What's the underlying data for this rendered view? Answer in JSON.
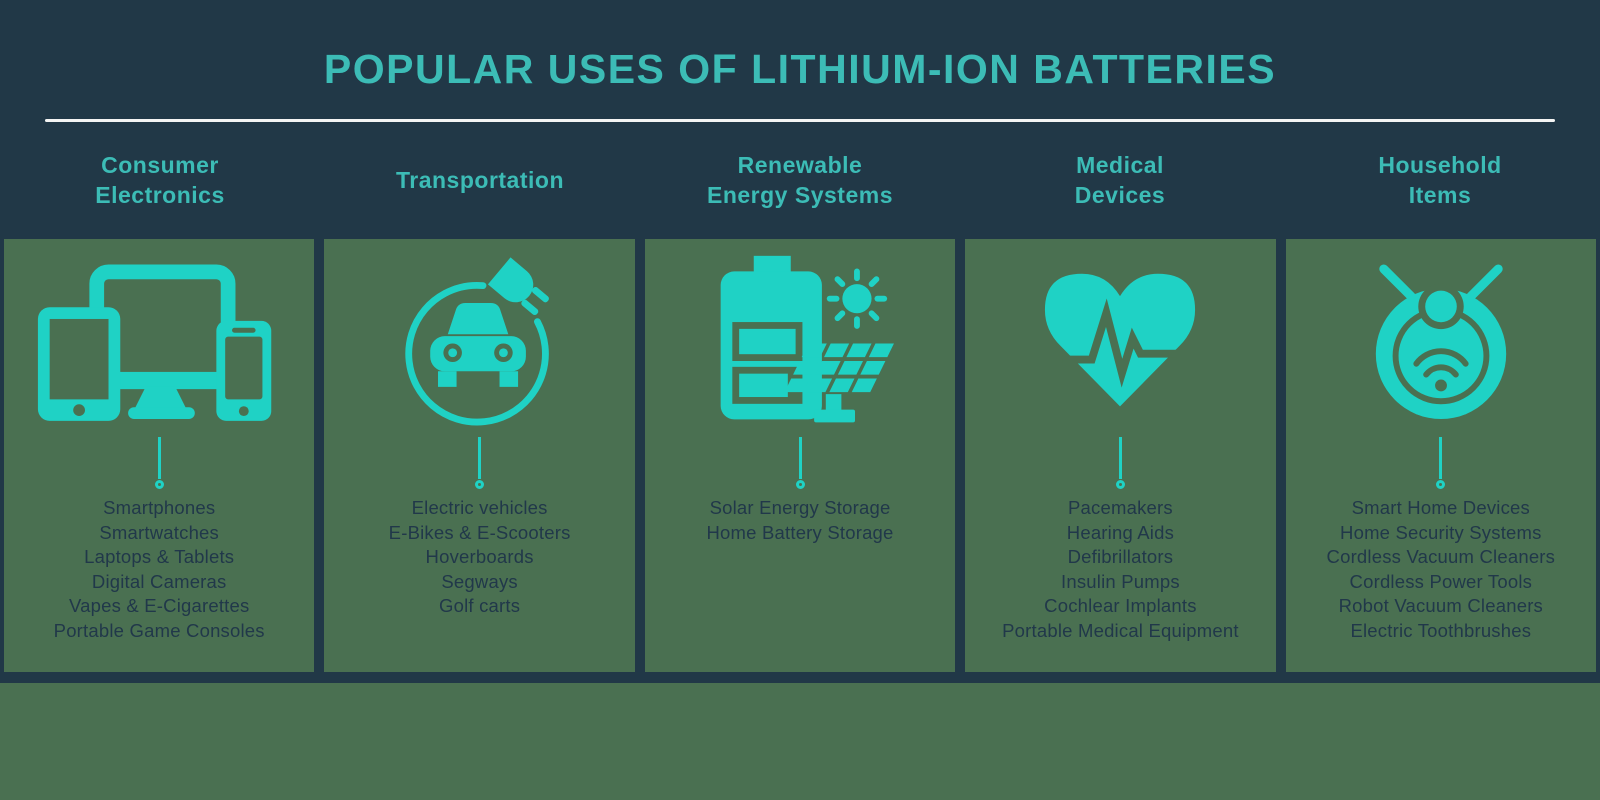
{
  "header": {
    "title": "POPULAR USES OF LITHIUM-ION BATTERIES"
  },
  "colors": {
    "header_bg": "#213847",
    "body_bg": "#4a7051",
    "accent_teal": "#3cbcb6",
    "icon_teal": "#1fd2c5",
    "item_text": "#21384a",
    "divider": "#f4f4f4"
  },
  "columns": [
    {
      "label": "Consumer\nElectronics",
      "icon": "devices-icon",
      "items": [
        "Smartphones",
        "Smartwatches",
        "Laptops & Tablets",
        "Digital Cameras",
        "Vapes & E-Cigarettes",
        "Portable Game Consoles"
      ]
    },
    {
      "label": "Transportation",
      "icon": "electric-car-icon",
      "items": [
        "Electric vehicles",
        "E-Bikes & E-Scooters",
        "Hoverboards",
        "Segways",
        "Golf carts"
      ]
    },
    {
      "label": "Renewable\nEnergy Systems",
      "icon": "solar-battery-icon",
      "items": [
        "Solar Energy Storage",
        "Home Battery Storage"
      ]
    },
    {
      "label": "Medical\nDevices",
      "icon": "heart-pulse-icon",
      "items": [
        "Pacemakers",
        "Hearing Aids",
        "Defibrillators",
        "Insulin Pumps",
        "Cochlear Implants",
        "Portable Medical Equipment"
      ]
    },
    {
      "label": "Household\nItems",
      "icon": "robot-vacuum-icon",
      "items": [
        "Smart Home Devices",
        "Home Security Systems",
        "Cordless Vacuum Cleaners",
        "Cordless Power Tools",
        "Robot Vacuum Cleaners",
        "Electric Toothbrushes"
      ]
    }
  ]
}
